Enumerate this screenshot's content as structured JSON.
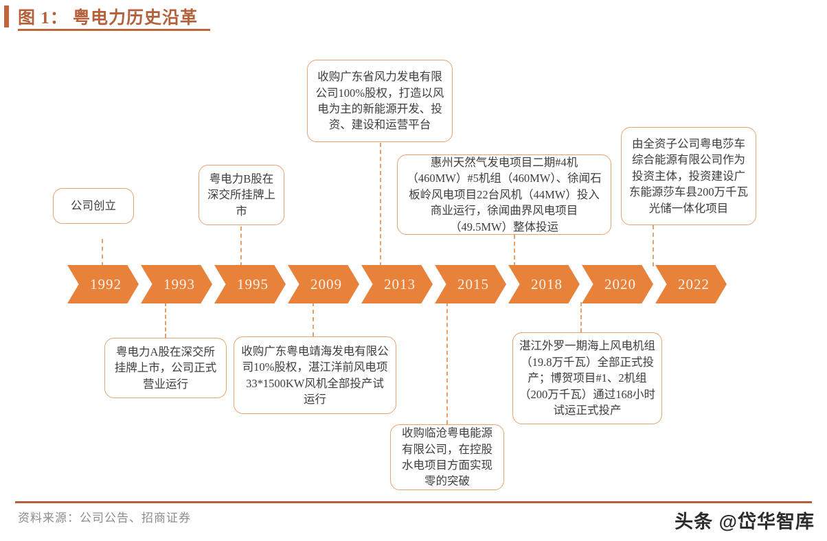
{
  "header": {
    "title": "图 1： 粤电力历史沿革",
    "accent_color": "#b4603a"
  },
  "timeline": {
    "chevron_color": "#e8813a",
    "label_color": "#fdf3ec",
    "box_border_color": "#e7a173",
    "connector_color": "#e8a06a",
    "years": [
      {
        "year": "1992"
      },
      {
        "year": "1993"
      },
      {
        "year": "1995"
      },
      {
        "year": "2009"
      },
      {
        "year": "2013"
      },
      {
        "year": "2015"
      },
      {
        "year": "2018"
      },
      {
        "year": "2020"
      },
      {
        "year": "2022"
      }
    ],
    "events": [
      {
        "year": "1992",
        "position": "above",
        "text": "公司创立"
      },
      {
        "year": "1993",
        "position": "below",
        "text": "粤电力A股在深交所挂牌上市，公司正式营业运行"
      },
      {
        "year": "1995",
        "position": "above",
        "text": "粤电力B股在深交所挂牌上市"
      },
      {
        "year": "2009",
        "position": "below",
        "text": "收购广东粤电靖海发电有限公司10%股权，湛江洋前风电项33*1500KW风机全部投产试运行"
      },
      {
        "year": "2013",
        "position": "above",
        "text": "收购广东省风力发电有限公司100%股权，打造以风电为主的新能源开发、投资、建设和运营平台"
      },
      {
        "year": "2015",
        "position": "below",
        "text": "收购临沧粤电能源有限公司，在控股水电项目方面实现零的突破"
      },
      {
        "year": "2018",
        "position": "above",
        "text": "惠州天然气发电项目二期#4机（460MW）#5机组（460MW）、徐闻石板岭风电项目22台风机（44MW）投入商业运行，徐闻曲界风电项目（49.5MW）整体投运"
      },
      {
        "year": "2020",
        "position": "below",
        "text": "湛江外罗一期海上风电机组（19.8万千瓦）全部正式投产；博贺项目#1、2机组（200万千瓦）通过168小时试运正式投产"
      },
      {
        "year": "2022",
        "position": "above",
        "text": "由全资子公司粤电莎车综合能源有限公司作为投资主体，投资建设广东能源莎车县200万千瓦光储一体化项目"
      }
    ]
  },
  "footer": {
    "source": "资料来源：公司公告、招商证券",
    "watermark": "头条 @岱华智库"
  }
}
